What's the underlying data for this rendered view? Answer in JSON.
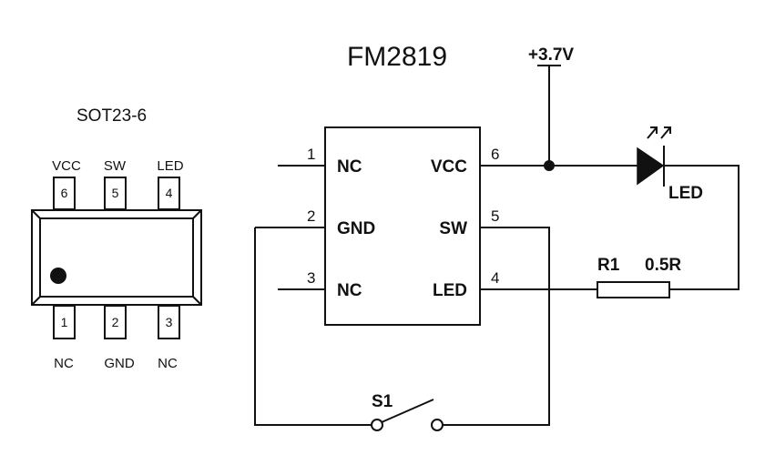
{
  "title": "FM2819",
  "package": {
    "label": "SOT23-6",
    "top_pins": [
      {
        "name": "VCC",
        "number": "6"
      },
      {
        "name": "SW",
        "number": "5"
      },
      {
        "name": "LED",
        "number": "4"
      }
    ],
    "bottom_pins": [
      {
        "name": "NC",
        "number": "1"
      },
      {
        "name": "GND",
        "number": "2"
      },
      {
        "name": "NC",
        "number": "3"
      }
    ]
  },
  "ic": {
    "left_pins": [
      {
        "number": "1",
        "label": "NC"
      },
      {
        "number": "2",
        "label": "GND"
      },
      {
        "number": "3",
        "label": "NC"
      }
    ],
    "right_pins": [
      {
        "number": "6",
        "label": "VCC"
      },
      {
        "number": "5",
        "label": "SW"
      },
      {
        "number": "4",
        "label": "LED"
      }
    ]
  },
  "supply": "+3.7V",
  "led_label": "LED",
  "resistor": {
    "name": "R1",
    "value": "0.5R"
  },
  "switch_label": "S1"
}
